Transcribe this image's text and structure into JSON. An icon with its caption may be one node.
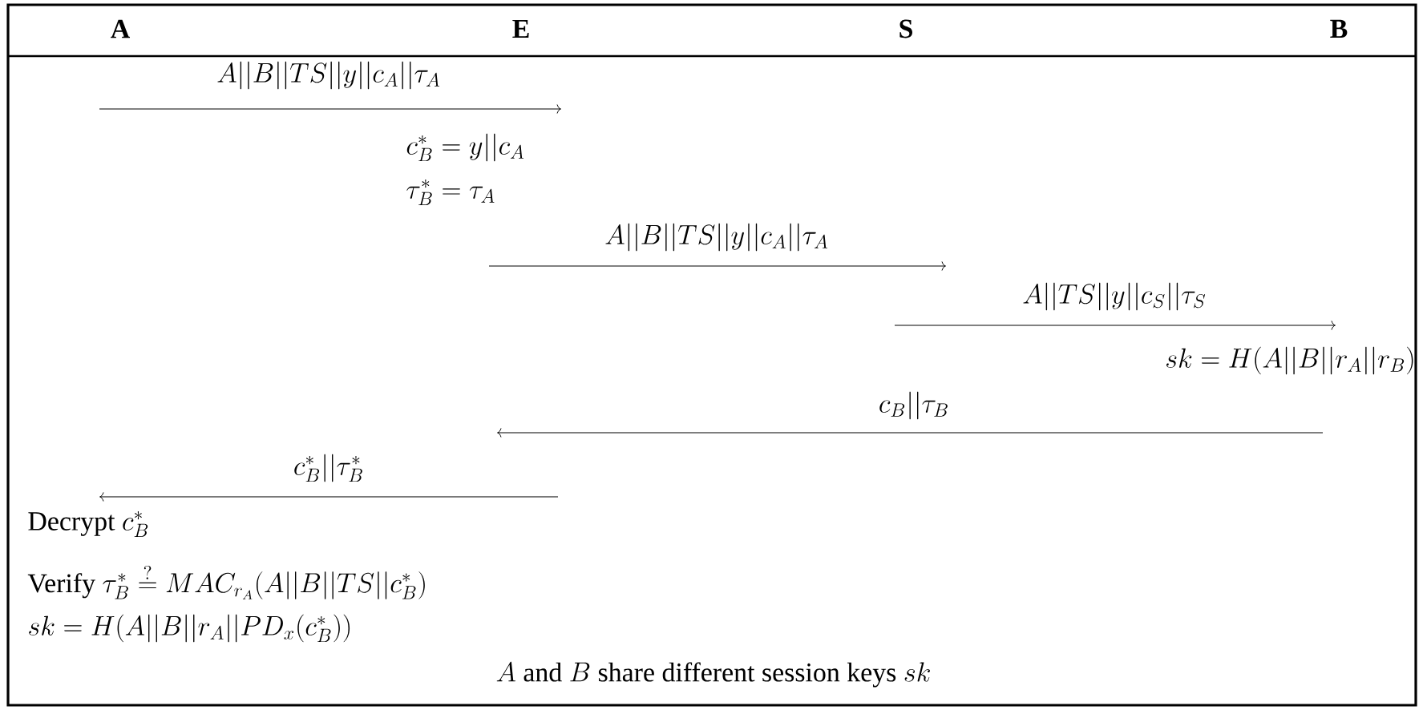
{
  "diagram": {
    "labels": [
      "A",
      "E",
      "S",
      "B",
      "A||B||TS||y||c_A||\\tau_A",
      "c_B^* = y||c_A",
      "\\tau_B^* = \\tau_A",
      "A||B||TS||y||c_A||\\tau_A",
      "A||TS||y||c_S||\\tau_S",
      "sk = H(A||B||r_A||r_B)",
      "c_B||\\tau_B",
      "c_B^*||\\tau_B^*",
      "\\mbox{Decrypt }c_B^*",
      "\\mbox{Verify }\\tau_B^* \\stackrel{?}{=} MAC_{r_A}(A||B||TS||c_B^*)",
      "sk = H(A||B||r_A||PD_x(c_B^*))",
      "A\\mbox{ and }B\\mbox{ share different session keys }sk"
    ]
  }
}
